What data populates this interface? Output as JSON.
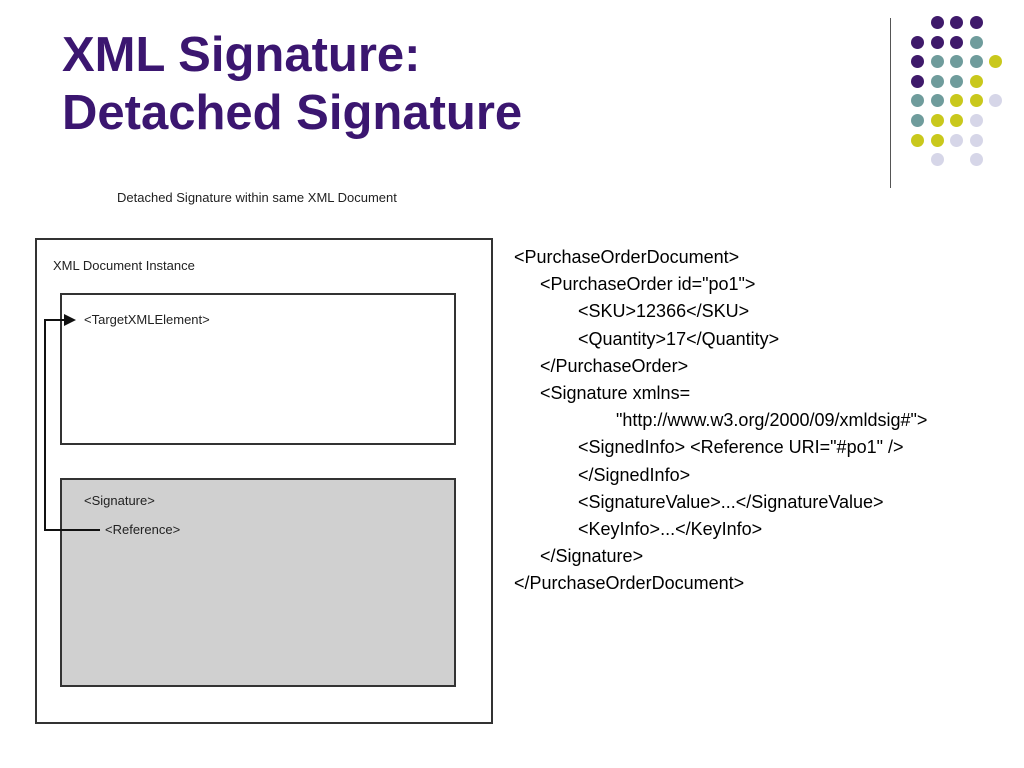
{
  "slide": {
    "title_line1": "XML Signature:",
    "title_line2": "Detached Signature"
  },
  "decor": {
    "colors": {
      "purple": "#3f1a6b",
      "teal": "#6f9c9c",
      "yellow": "#c9c81c",
      "lavender": "#d6d6e8"
    }
  },
  "figure": {
    "caption": "Detached Signature within same XML Document",
    "document_label": "XML Document Instance",
    "target_label": "<TargetXMLElement>",
    "signature_label": "<Signature>",
    "reference_label": "<Reference>",
    "signature_box_color": "#d0d0d0"
  },
  "code": {
    "lines": [
      "<PurchaseOrderDocument>",
      "<PurchaseOrder id=\"po1\">",
      "<SKU>12366</SKU>",
      "<Quantity>17</Quantity>",
      "</PurchaseOrder>",
      "<Signature xmlns=",
      "\"http://www.w3.org/2000/09/xmldsig#\">",
      "<SignedInfo> <Reference URI=\"#po1\" />",
      "</SignedInfo>",
      "<SignatureValue>...</SignatureValue>",
      "<KeyInfo>...</KeyInfo>",
      "</Signature>",
      "</PurchaseOrderDocument>"
    ]
  }
}
